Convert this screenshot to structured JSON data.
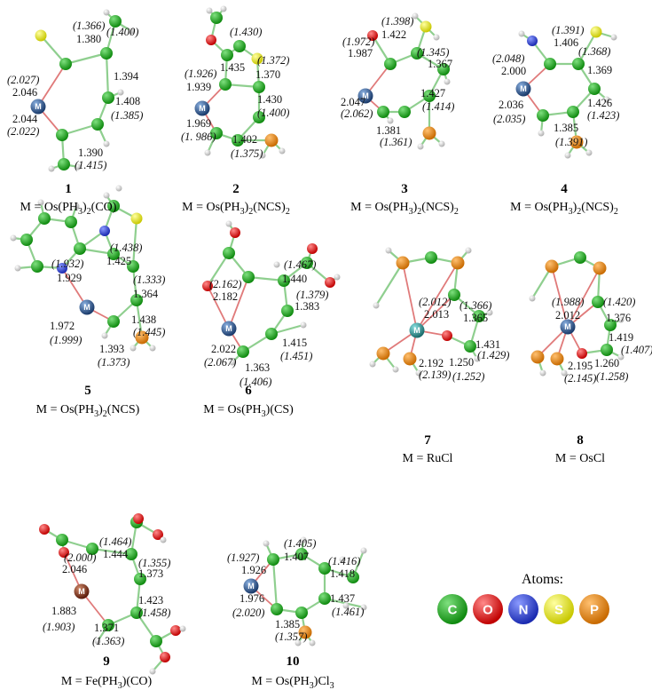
{
  "colors": {
    "C": "#1aa31a",
    "O": "#e01a1a",
    "N": "#2a3fd6",
    "S": "#e8e81a",
    "P": "#e88a12",
    "H": "#d8d8d8",
    "Os": "#2a5a9a",
    "Ru": "#2a9a9a",
    "Fe": "#8a3a1a",
    "bond": "#8fcf8f"
  },
  "legend": {
    "title": "Atoms:",
    "items": [
      {
        "letter": "C",
        "color_key": "C"
      },
      {
        "letter": "O",
        "color_key": "O"
      },
      {
        "letter": "N",
        "color_key": "N"
      },
      {
        "letter": "S",
        "color_key": "S"
      },
      {
        "letter": "P",
        "color_key": "P"
      }
    ]
  },
  "metal_symbol": "M",
  "structures": [
    {
      "number": "1",
      "caption": [
        "M = Os(PH",
        "3",
        ")",
        "2",
        "(CO)"
      ],
      "labels": [
        {
          "text": "(1.366)",
          "italic": true
        },
        {
          "text": "1.380",
          "italic": false
        },
        {
          "text": "(2.027)",
          "italic": true
        },
        {
          "text": "2.046",
          "italic": false
        },
        {
          "text": "(1.400)",
          "italic": true
        },
        {
          "text": "1.394",
          "italic": false
        },
        {
          "text": "1.408",
          "italic": false
        },
        {
          "text": "(1.385)",
          "italic": true
        },
        {
          "text": "2.044",
          "italic": false
        },
        {
          "text": "(2.022)",
          "italic": true
        },
        {
          "text": "1.390",
          "italic": false
        },
        {
          "text": "(1.415)",
          "italic": true
        }
      ]
    },
    {
      "number": "2",
      "caption": [
        "M = Os(PH",
        "3",
        ")",
        "2",
        "(NCS)",
        "2",
        ""
      ],
      "labels": [
        {
          "text": "(1.430)",
          "italic": true
        },
        {
          "text": "(1.926)",
          "italic": true
        },
        {
          "text": "1.435",
          "italic": false
        },
        {
          "text": "(1.372)",
          "italic": true
        },
        {
          "text": "1.939",
          "italic": false
        },
        {
          "text": "1.370",
          "italic": false
        },
        {
          "text": "1.969",
          "italic": false
        },
        {
          "text": "1.430",
          "italic": false
        },
        {
          "text": "(1. 986)",
          "italic": true
        },
        {
          "text": "(1.400)",
          "italic": true
        },
        {
          "text": "1.402",
          "italic": false
        },
        {
          "text": "(1.375)",
          "italic": true
        }
      ]
    },
    {
      "number": "3",
      "caption": [
        "M = Os(PH",
        "3",
        ")",
        "2",
        "(NCS)",
        "2",
        ""
      ],
      "labels": [
        {
          "text": "(1.398)",
          "italic": true
        },
        {
          "text": "(1.972)",
          "italic": true
        },
        {
          "text": "1.422",
          "italic": false
        },
        {
          "text": "1.987",
          "italic": false
        },
        {
          "text": "(1.345)",
          "italic": true
        },
        {
          "text": "1.367",
          "italic": false
        },
        {
          "text": "2.047",
          "italic": false
        },
        {
          "text": "1.427",
          "italic": false
        },
        {
          "text": "(2.062)",
          "italic": true
        },
        {
          "text": "(1.414)",
          "italic": true
        },
        {
          "text": "1.381",
          "italic": false
        },
        {
          "text": "(1.361)",
          "italic": true
        }
      ]
    },
    {
      "number": "4",
      "caption": [
        "M = Os(PH",
        "3",
        ")",
        "2",
        "(NCS)",
        "2",
        ""
      ],
      "labels": [
        {
          "text": "(1.391)",
          "italic": true
        },
        {
          "text": "1.406",
          "italic": false
        },
        {
          "text": "(2.048)",
          "italic": true
        },
        {
          "text": "2.000",
          "italic": false
        },
        {
          "text": "(1.368)",
          "italic": true
        },
        {
          "text": "1.369",
          "italic": false
        },
        {
          "text": "2.036",
          "italic": false
        },
        {
          "text": "1.426",
          "italic": false
        },
        {
          "text": "(2.035)",
          "italic": true
        },
        {
          "text": "(1.423)",
          "italic": true
        },
        {
          "text": "1.385",
          "italic": false
        },
        {
          "text": "(1.391)",
          "italic": true
        }
      ]
    },
    {
      "number": "5",
      "caption": [
        "M = Os(PH",
        "3",
        ")",
        "2",
        "(NCS)",
        "",
        ""
      ],
      "labels": [
        {
          "text": "(1.438)",
          "italic": true
        },
        {
          "text": "(1.932)",
          "italic": true
        },
        {
          "text": "1.425",
          "italic": false
        },
        {
          "text": "1.929",
          "italic": false
        },
        {
          "text": "(1.333)",
          "italic": true
        },
        {
          "text": "1.364",
          "italic": false
        },
        {
          "text": "1.438",
          "italic": false
        },
        {
          "text": "1.972",
          "italic": false
        },
        {
          "text": "(1.445)",
          "italic": true
        },
        {
          "text": "(1.999)",
          "italic": true
        },
        {
          "text": "1.393",
          "italic": false
        },
        {
          "text": "(1.373)",
          "italic": true
        }
      ]
    },
    {
      "number": "6",
      "caption": [
        "M = Os(PH",
        "3",
        ")(CS)",
        "",
        ""
      ],
      "labels": [
        {
          "text": "(2.162)",
          "italic": true
        },
        {
          "text": "(1.467)",
          "italic": true
        },
        {
          "text": "2.182",
          "italic": false
        },
        {
          "text": "1.440",
          "italic": false
        },
        {
          "text": "(1.379)",
          "italic": true
        },
        {
          "text": "1.383",
          "italic": false
        },
        {
          "text": "2.022",
          "italic": false
        },
        {
          "text": "1.415",
          "italic": false
        },
        {
          "text": "(2.067)",
          "italic": true
        },
        {
          "text": "(1.451)",
          "italic": true
        },
        {
          "text": "1.363",
          "italic": false
        },
        {
          "text": "(1.406)",
          "italic": true
        }
      ]
    },
    {
      "number": "7",
      "caption": [
        "M = RuCl",
        "",
        ""
      ],
      "labels": [
        {
          "text": "(2.012)",
          "italic": true
        },
        {
          "text": "(1.366)",
          "italic": true
        },
        {
          "text": "2.013",
          "italic": false
        },
        {
          "text": "1.365",
          "italic": false
        },
        {
          "text": "1.431",
          "italic": false
        },
        {
          "text": "(1.429)",
          "italic": true
        },
        {
          "text": "2.192",
          "italic": false
        },
        {
          "text": "1.250",
          "italic": false
        },
        {
          "text": "(2.139)",
          "italic": true
        },
        {
          "text": "(1.252)",
          "italic": true
        }
      ]
    },
    {
      "number": "8",
      "caption": [
        "M = OsCl",
        "",
        ""
      ],
      "labels": [
        {
          "text": "(1.988)",
          "italic": true
        },
        {
          "text": "(1.420)",
          "italic": true
        },
        {
          "text": "2.012",
          "italic": false
        },
        {
          "text": "1.376",
          "italic": false
        },
        {
          "text": "1.419",
          "italic": false
        },
        {
          "text": "(1.407)",
          "italic": true
        },
        {
          "text": "2.195",
          "italic": false
        },
        {
          "text": "1.260",
          "italic": false
        },
        {
          "text": "(2.145)",
          "italic": true
        },
        {
          "text": "(1.258)",
          "italic": true
        }
      ]
    },
    {
      "number": "9",
      "caption": [
        "M = Fe(PH",
        "3",
        ")(CO)",
        "",
        ""
      ],
      "labels": [
        {
          "text": "(1.464)",
          "italic": true
        },
        {
          "text": "(2.000)",
          "italic": true
        },
        {
          "text": "1.444",
          "italic": false
        },
        {
          "text": "2.046",
          "italic": false
        },
        {
          "text": "(1.355)",
          "italic": true
        },
        {
          "text": "1.373",
          "italic": false
        },
        {
          "text": "1.423",
          "italic": false
        },
        {
          "text": "1.883",
          "italic": false
        },
        {
          "text": "(1.458)",
          "italic": true
        },
        {
          "text": "(1.903)",
          "italic": true
        },
        {
          "text": "1.371",
          "italic": false
        },
        {
          "text": "(1.363)",
          "italic": true
        }
      ]
    },
    {
      "number": "10",
      "caption": [
        "M = Os(PH",
        "3",
        ")Cl",
        "3",
        ""
      ],
      "labels": [
        {
          "text": "(1.405)",
          "italic": true
        },
        {
          "text": "(1.927)",
          "italic": true
        },
        {
          "text": "1.407",
          "italic": false
        },
        {
          "text": "(1.416)",
          "italic": true
        },
        {
          "text": "1.926",
          "italic": false
        },
        {
          "text": "1.418",
          "italic": false
        },
        {
          "text": "1.976",
          "italic": false
        },
        {
          "text": "1.437",
          "italic": false
        },
        {
          "text": "(2.020)",
          "italic": true
        },
        {
          "text": "(1.461)",
          "italic": true
        },
        {
          "text": "1.385",
          "italic": false
        },
        {
          "text": "(1.357)",
          "italic": true
        }
      ]
    }
  ]
}
